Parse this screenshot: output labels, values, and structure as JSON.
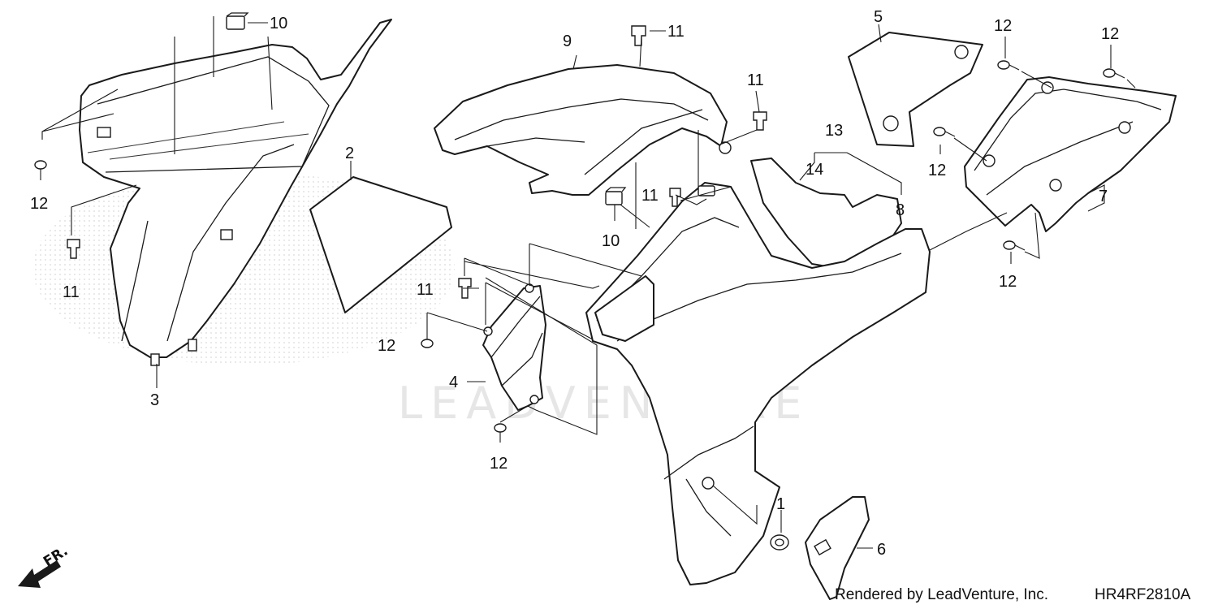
{
  "watermark": "LEADVENTURE",
  "callouts": {
    "c1": "1",
    "c2": "2",
    "c3": "3",
    "c4": "4",
    "c5": "5",
    "c6": "6",
    "c7": "7",
    "c8": "8",
    "c9": "9",
    "c10a": "10",
    "c10b": "10",
    "c11a": "11",
    "c11b": "11",
    "c11c": "11",
    "c11d": "11",
    "c11e": "11",
    "c12a": "12",
    "c12b": "12",
    "c12c": "12",
    "c12d": "12",
    "c12e": "12",
    "c12f": "12",
    "c12g": "12",
    "c13": "13",
    "c14": "14"
  },
  "front_marker": "FR.",
  "footer": {
    "rendered_by": "Rendered by LeadVenture, Inc.",
    "diagram_code": "HR4RF2810A"
  },
  "colors": {
    "line": "#1a1a1a",
    "watermark": "#e6e6e6",
    "background": "#ffffff"
  }
}
